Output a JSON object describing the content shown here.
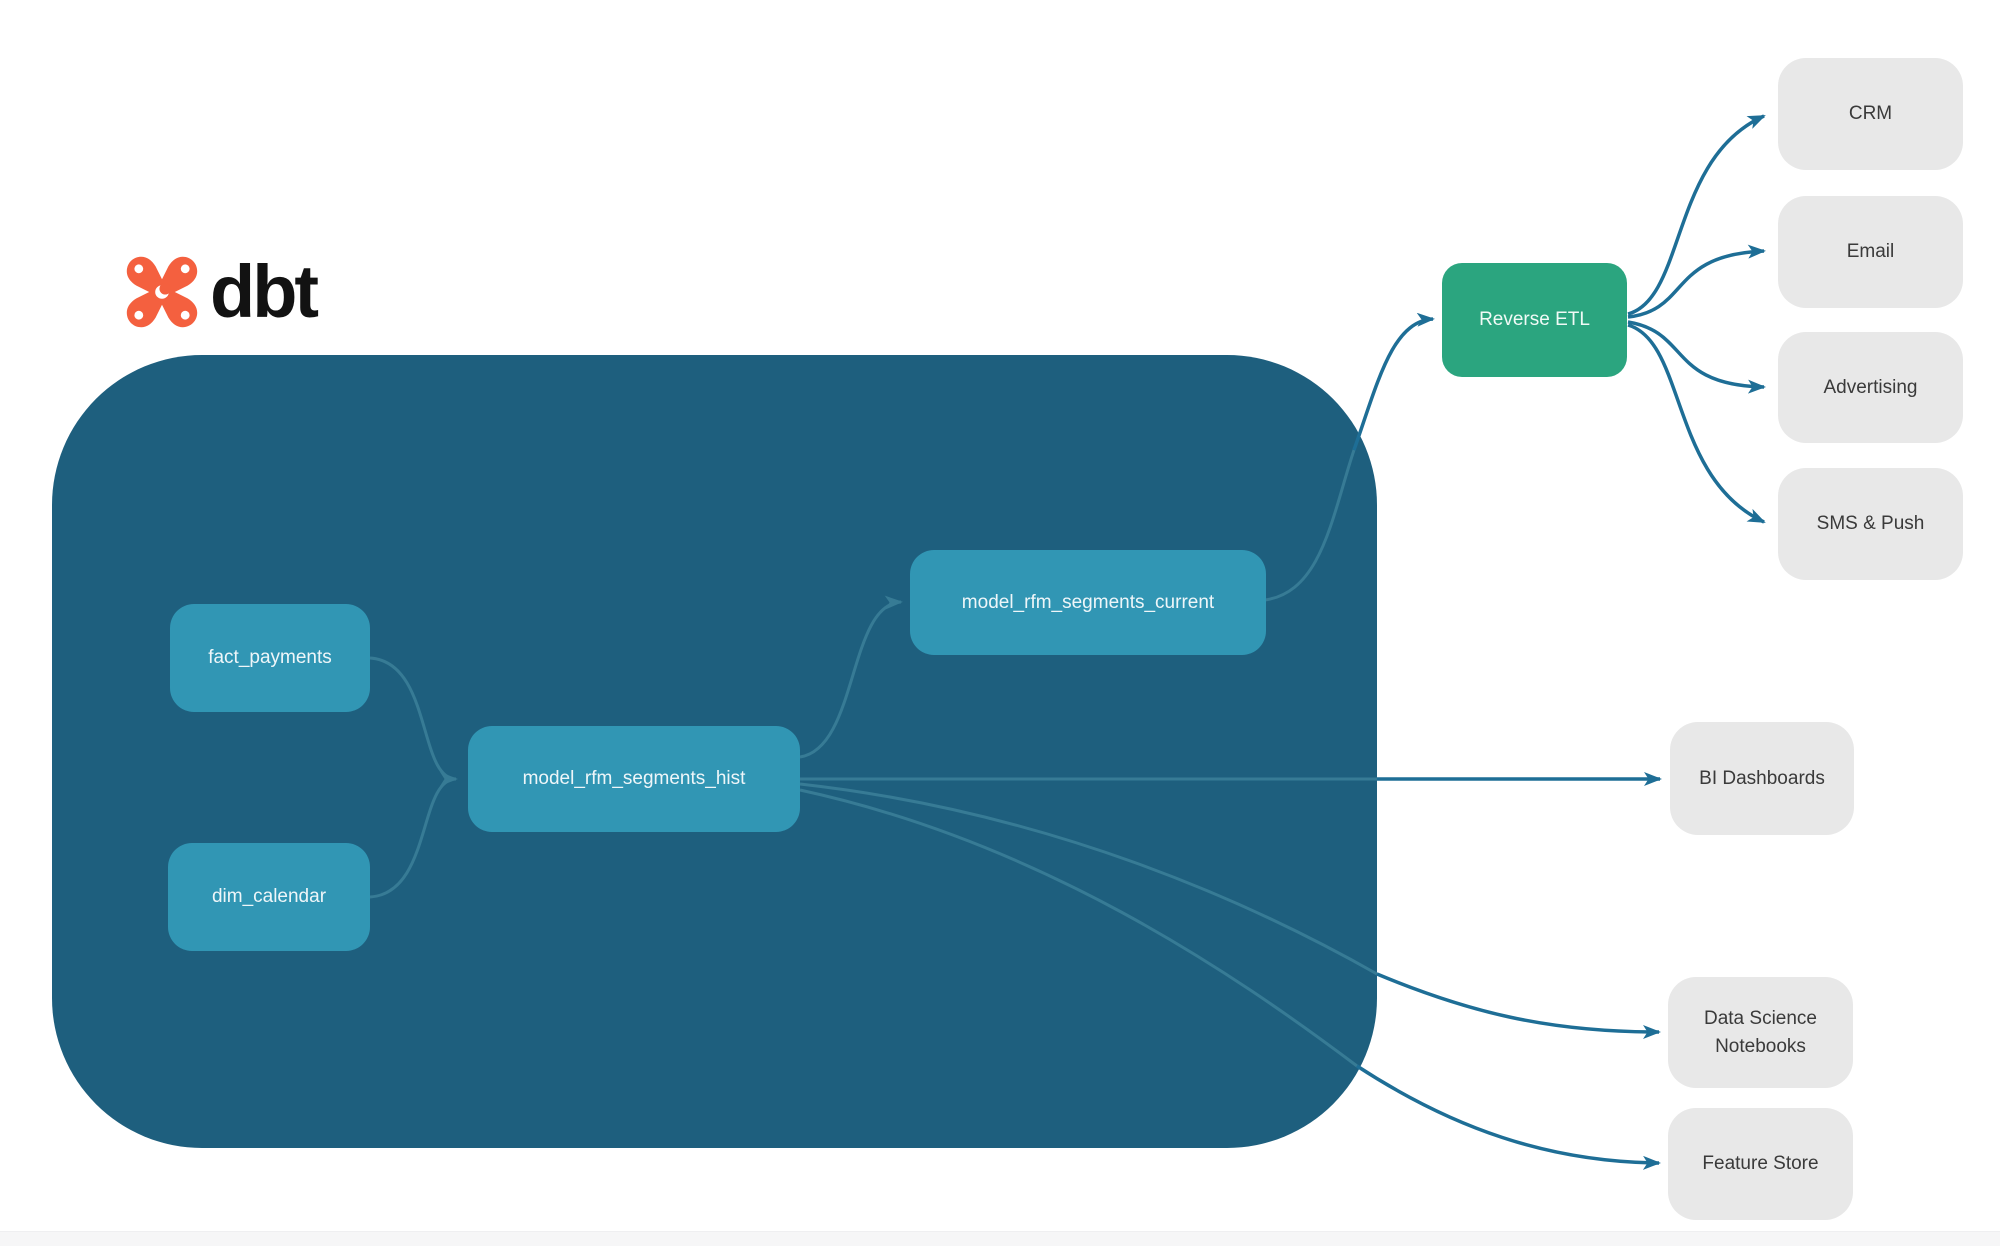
{
  "brand": {
    "name": "dbt",
    "logo_orange": "#f4603f"
  },
  "colors": {
    "warehouse_container": "#1e5f7e",
    "model_node": "#3196b4",
    "reverse_etl_node": "#2ba57f",
    "destination_node": "#e8e8e8",
    "edge_outside": "#1e6e96",
    "edge_inside": "#377b95",
    "node_text_light": "#eef6f9",
    "node_text_dark": "#3a3a3a"
  },
  "nodes": {
    "fact_payments": {
      "label": "fact_payments"
    },
    "dim_calendar": {
      "label": "dim_calendar"
    },
    "model_rfm_segments_hist": {
      "label": "model_rfm_segments_hist"
    },
    "model_rfm_segments_current": {
      "label": "model_rfm_segments_current"
    },
    "reverse_etl": {
      "label": "Reverse ETL"
    },
    "crm": {
      "label": "CRM"
    },
    "email": {
      "label": "Email"
    },
    "advertising": {
      "label": "Advertising"
    },
    "sms_push": {
      "label": "SMS & Push"
    },
    "bi_dashboards": {
      "label": "BI Dashboards"
    },
    "data_science_notebooks": {
      "label": "Data Science Notebooks"
    },
    "feature_store": {
      "label": "Feature Store"
    }
  },
  "edges": [
    {
      "from": "fact_payments",
      "to": "model_rfm_segments_hist"
    },
    {
      "from": "dim_calendar",
      "to": "model_rfm_segments_hist"
    },
    {
      "from": "model_rfm_segments_hist",
      "to": "model_rfm_segments_current"
    },
    {
      "from": "model_rfm_segments_current",
      "to": "Reverse ETL"
    },
    {
      "from": "Reverse ETL",
      "to": "CRM"
    },
    {
      "from": "Reverse ETL",
      "to": "Email"
    },
    {
      "from": "Reverse ETL",
      "to": "Advertising"
    },
    {
      "from": "Reverse ETL",
      "to": "SMS & Push"
    },
    {
      "from": "model_rfm_segments_hist",
      "to": "BI Dashboards"
    },
    {
      "from": "model_rfm_segments_hist",
      "to": "Data Science Notebooks"
    },
    {
      "from": "model_rfm_segments_hist",
      "to": "Feature Store"
    }
  ]
}
